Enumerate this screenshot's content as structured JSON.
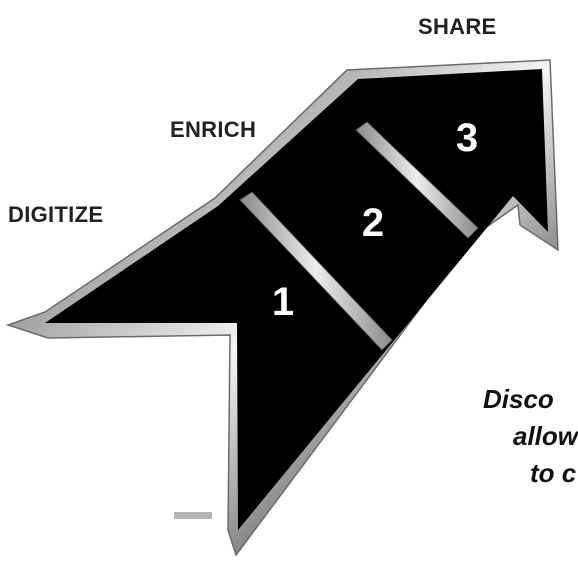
{
  "stages": {
    "share": "SHARE",
    "enrich": "ENRICH",
    "digitize": "DIGITIZE"
  },
  "steps": {
    "one": "1",
    "two": "2",
    "three": "3"
  },
  "caption": {
    "line_1": "Disco",
    "line_2": "allow",
    "line_3": "to c"
  },
  "colors": {
    "arrow_fill": "#000000",
    "bevel_light": "#f2f2f2",
    "bevel_dark": "#7a7a7a",
    "label_text": "#222222",
    "number_text": "#ffffff"
  }
}
